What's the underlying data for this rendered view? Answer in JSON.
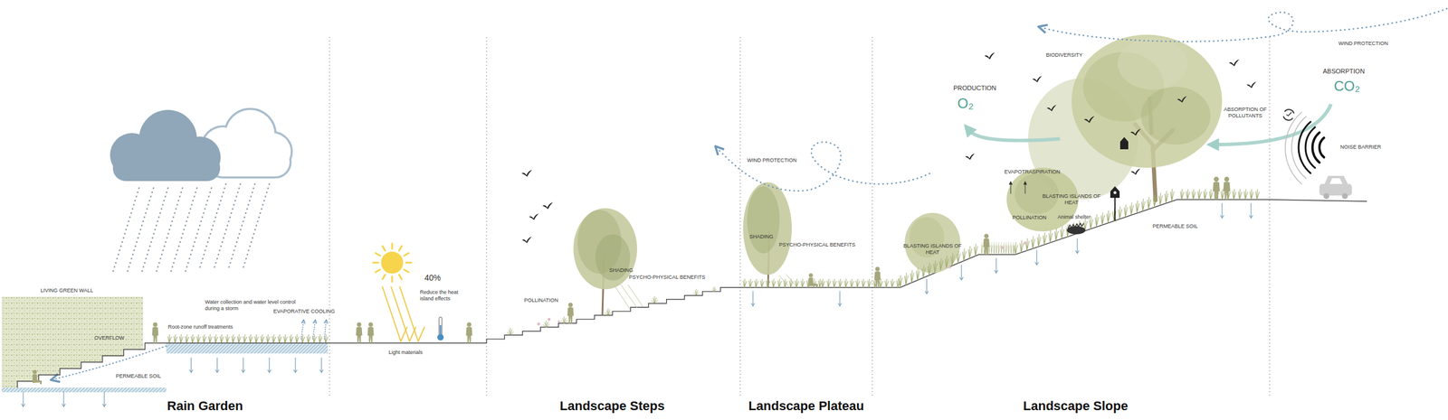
{
  "diagram": {
    "nodes": [
      {
        "text": [
          "LIVING GREEN WALL",
          "OVERFLOW"
        ]
      }
    ],
    "labels": [
      "Water collection and water level control during a storm",
      "EVAPORATIVE COOLING",
      "Root-zone runoff treatments",
      "PERMEABLE SOIL",
      "Rain Garden",
      "40%",
      "Reduce the heat island effects",
      "Light materials",
      "POLLINATION",
      "SHADING",
      "PSYCHO-PHYSICAL BENEFITS",
      "Landscape Steps",
      "WIND PROTECTION",
      "SHADING",
      "PSYCHO-PHYSICAL BENEFITS",
      "Landscape Plateau",
      "BIODIVERSITY",
      "PRODUCTION",
      "O₂",
      "EVAPOTRASPIRATION",
      "BLASTING ISLANDS OF HEAT",
      "BLASTING ISLANDS OF HEAT",
      "POLLINATION",
      "Animal shelter",
      "PERMEABLE SOIL",
      "Landscape Slope",
      "WIND PROTECTION",
      "ABSORPTION",
      "CO₂",
      "ABSORPTION OF POLLUTANTS",
      "NOISE BARRIER"
    ]
  }
}
